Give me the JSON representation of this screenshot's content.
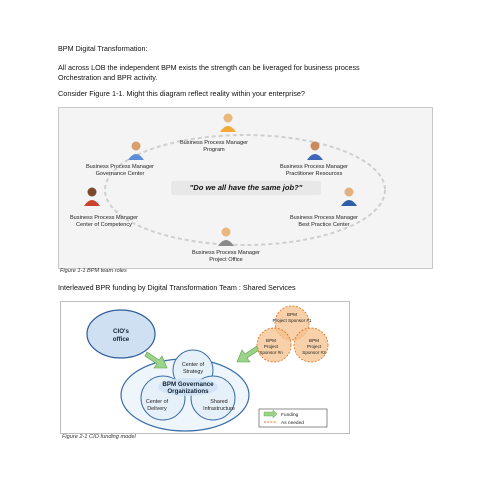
{
  "heading": "BPM Digital Transformation:",
  "paragraph_line1": "All across LOB the independent BPM exists the strength can be liveraged for business process",
  "paragraph_line2": "Orchestration and BPR activity.",
  "question": "Consider Figure 1-1. Might this diagram reflect reality within your enterprise?",
  "figure1": {
    "center_text": "\"Do we all have the same job?\"",
    "roles": [
      {
        "line1": "Business Process Manager",
        "line2": "Program"
      },
      {
        "line1": "Business Process Manager",
        "line2": "Governance Center"
      },
      {
        "line1": "Business Process Manager",
        "line2": "Practitioner Resources"
      },
      {
        "line1": "Business Process Manager",
        "line2": "Center of Competency"
      },
      {
        "line1": "Business Process Manager",
        "line2": "Best Practice Center"
      },
      {
        "line1": "Business Process Manager",
        "line2": "Project Office"
      }
    ],
    "caption": "Figure 1-1   BPM team roles"
  },
  "section2_text": "Interleaved BPR funding by Digital Transformation Team : Shared Services",
  "figure2": {
    "cio_line1": "CIO's",
    "cio_line2": "office",
    "center_strategy_line1": "Center of",
    "center_strategy_line2": "Strategy",
    "governance_line1": "BPM Governance",
    "governance_line2": "Organizations",
    "delivery_line1": "Center of",
    "delivery_line2": "Delivery",
    "infra_line1": "Shared",
    "infra_line2": "Infrastructure",
    "sponsor1_line1": "BPM",
    "sponsor1_line2": "Project Sponsor #1",
    "sponsorn_line1": "BPM",
    "sponsorn_line2": "Project",
    "sponsorn_line3": "Sponsor #n",
    "sponsor2_line1": "BPM",
    "sponsor2_line2": "Project",
    "sponsor2_line3": "Sponsor #2",
    "legend_funding": "Funding",
    "legend_as_needed": "As needed",
    "caption": "Figure 2-1   CIO funding model"
  }
}
